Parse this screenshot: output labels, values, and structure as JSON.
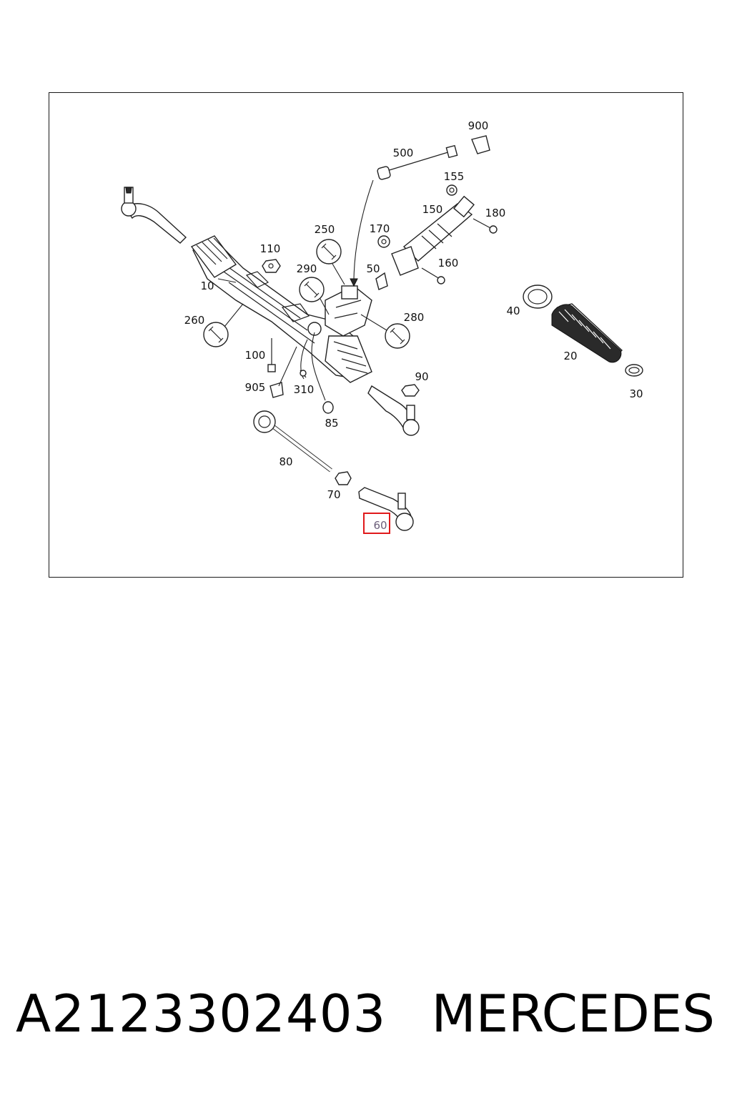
{
  "diagram": {
    "callouts": {
      "c900": "900",
      "c500": "500",
      "c155": "155",
      "c150": "150",
      "c180": "180",
      "c170": "170",
      "c250": "250",
      "c110": "110",
      "c290": "290",
      "c50": "50",
      "c160": "160",
      "c10": "10",
      "c260": "260",
      "c280": "280",
      "c40": "40",
      "c20": "20",
      "c100": "100",
      "c905": "905",
      "c310": "310",
      "c90": "90",
      "c30": "30",
      "c85": "85",
      "c80": "80",
      "c70": "70",
      "c60": "60"
    },
    "highlighted_callout": "60",
    "highlight_color": "#e0191b"
  },
  "footer": {
    "part_number": "A2123302403",
    "brand": "MERCEDES"
  }
}
